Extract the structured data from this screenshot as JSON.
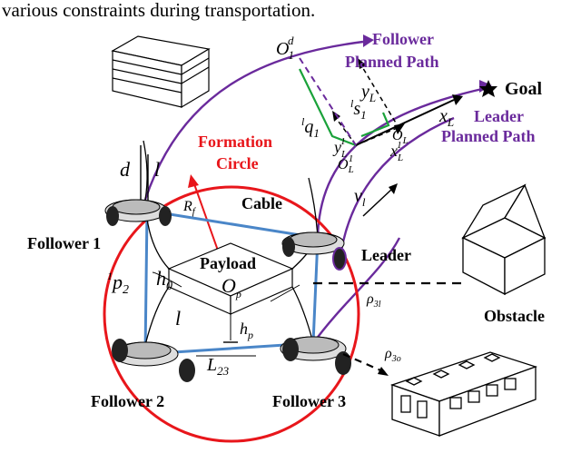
{
  "caption_fragment": "various constraints during transportation.",
  "labels": {
    "follower_planned_path_1": "Follower",
    "follower_planned_path_2": "Planned Path",
    "leader_planned_path_1": "Leader",
    "leader_planned_path_2": "Planned Path",
    "goal": "Goal",
    "formation_circle_1": "Formation",
    "formation_circle_2": "Circle",
    "cable": "Cable",
    "follower_1": "Follower 1",
    "follower_2": "Follower 2",
    "follower_3": "Follower 3",
    "leader": "Leader",
    "payload": "Payload",
    "obstacle": "Obstacle"
  },
  "symbols": {
    "O1d": "O",
    "O1d_sub": "1",
    "O1d_sup": "d",
    "yL": "y",
    "yL_sub": "L",
    "xL": "x",
    "xL_sub": "L",
    "s1_pre": "l",
    "s1": "s",
    "s1_sub": "1",
    "q1_pre": "l",
    "q1": "q",
    "q1_sub": "1",
    "OL": "O",
    "OL_sub": "L",
    "OL1": "O",
    "OL1_sub": "L",
    "OL1_sup": "1",
    "yL1": "y",
    "yL1_sub": "L",
    "yL1_sup": "1",
    "xL1": "x",
    "xL1_sub": "L",
    "xL1_sup": "1",
    "vl": "v",
    "vl_sub": "l",
    "d": "d",
    "l_top": "l",
    "Rf": "R",
    "Rf_sub": "f",
    "p2_pre": "1",
    "p2": "p",
    "p2_sub": "2",
    "h0": "h",
    "h0_sub": "0",
    "Op": "O",
    "Op_sub": "p",
    "l_mid": "l",
    "hp": "h",
    "hp_sub": "p",
    "L23": "L",
    "L23_sub": "23",
    "rho3l": "ρ",
    "rho3l_sub": "3l",
    "rho3o": "ρ",
    "rho3o_sub": "3o"
  },
  "colors": {
    "path": "#6a2a9c",
    "circle": "#e8161b",
    "frame": "#4a86c8",
    "lead_frame": "#1aa23a",
    "ink": "#000000"
  }
}
